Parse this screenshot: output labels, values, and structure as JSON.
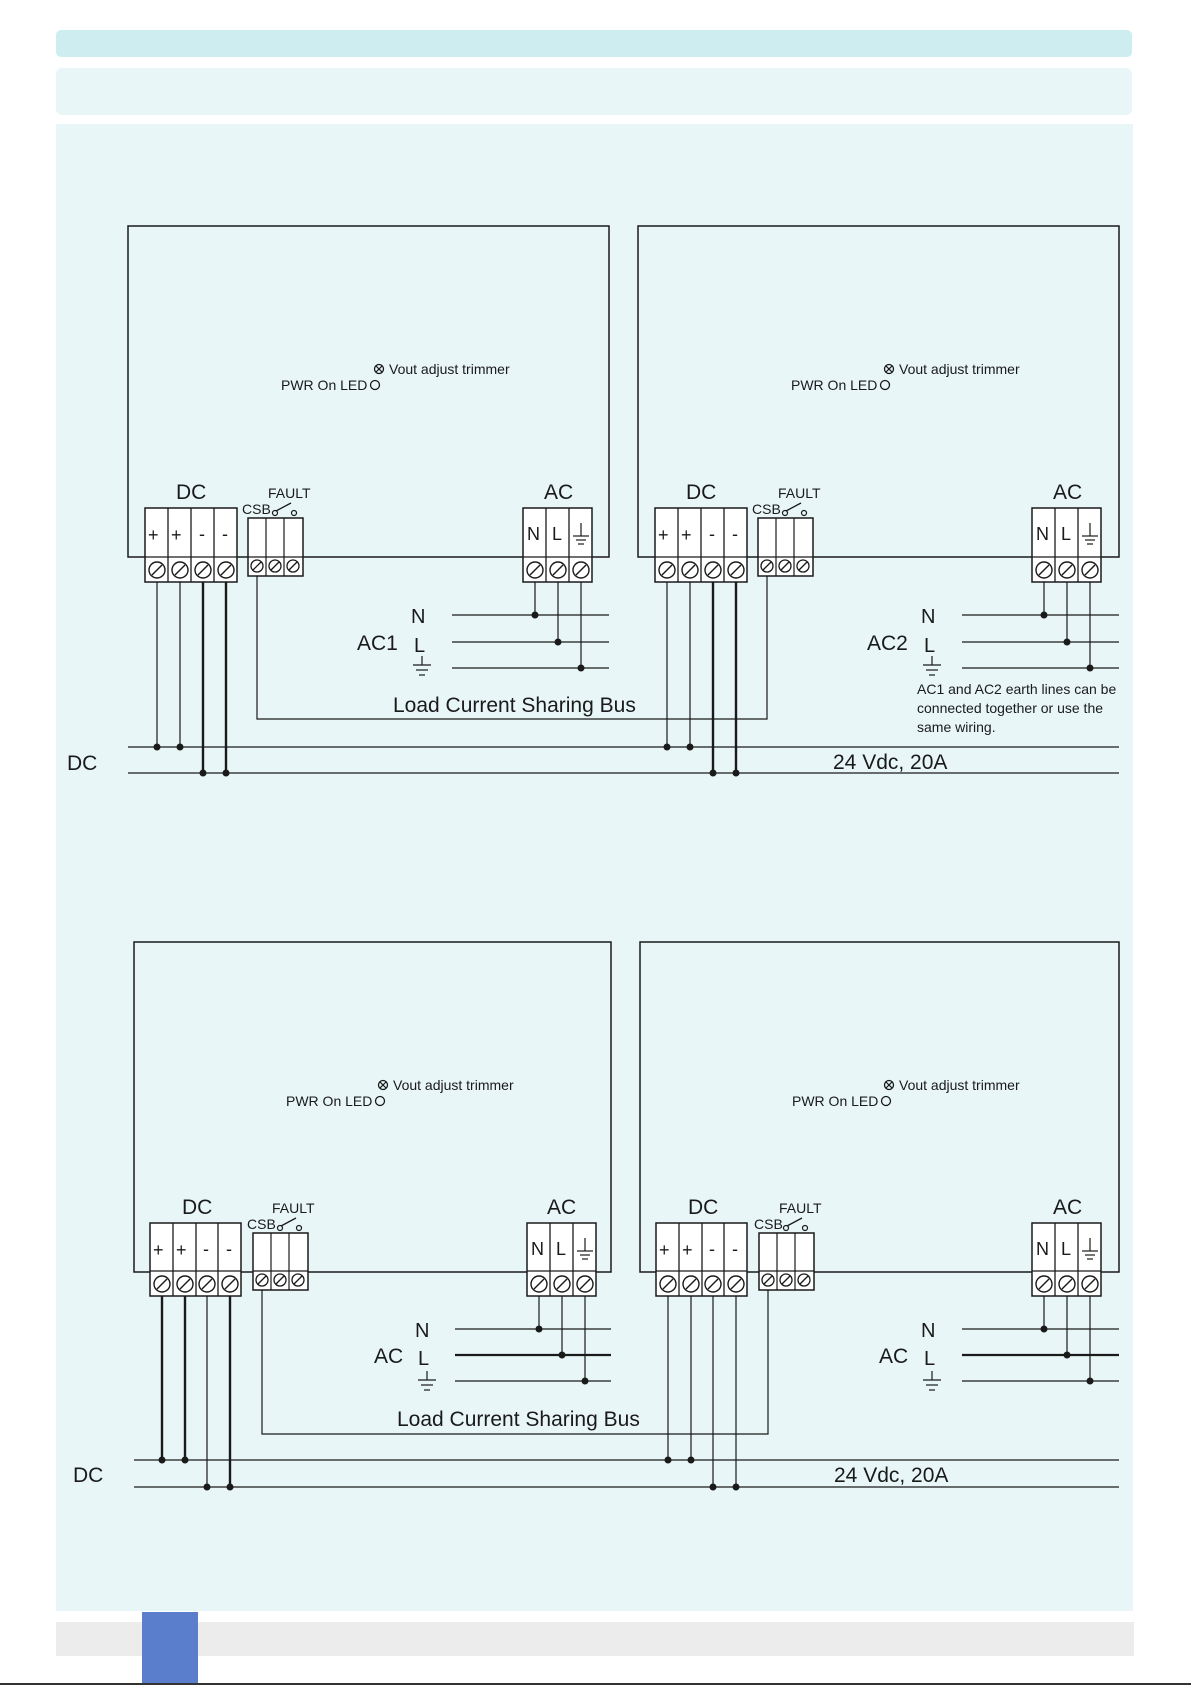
{
  "labels": {
    "dc": "DC",
    "ac": "AC",
    "fault": "FAULT",
    "csb": "CSB",
    "pwr_led": "PWR On LED",
    "vout": "Vout adjust trimmer",
    "plus": "+",
    "minus": "-",
    "n": "N",
    "l": "L",
    "load_bus": "Load Current Sharing Bus",
    "dc_bus_label": "DC",
    "dc_rating": "24 Vdc, 20A"
  },
  "top": {
    "ac_left": "AC1",
    "ac_right": "AC2",
    "note": [
      "AC1 and AC2 earth lines can be",
      "connected together or use the",
      "same wiring."
    ]
  },
  "bottom": {
    "ac_left": "AC",
    "ac_right": "AC"
  },
  "colors": {
    "panel": "#e8f6f8",
    "header_strip": "#cdedf0",
    "page_tab": "#5a7ecb",
    "line": "#1a1a1a"
  }
}
